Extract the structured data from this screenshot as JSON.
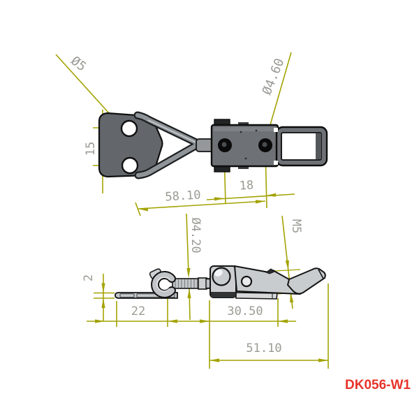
{
  "drawing": {
    "part_number": "DK056-W1",
    "dimensions": {
      "plate_hole_dia": {
        "label": "Ø5"
      },
      "body_hole_dia": {
        "label": "Ø4.60"
      },
      "plate_hole_spacing": {
        "label": "15"
      },
      "overall_hole_distance": {
        "label": "58.10"
      },
      "body_hole_spacing": {
        "label": "18"
      },
      "rod_dia": {
        "label": "Ø4.20"
      },
      "thread_spec": {
        "label": "M5"
      },
      "plate_thickness": {
        "label": "2"
      },
      "plate_length": {
        "label": "22"
      },
      "pivot_to_bend": {
        "label": "30.50"
      },
      "lever_length": {
        "label": "51.10"
      }
    },
    "colors": {
      "dimension_line": "#a3a303",
      "dimension_text": "#9b9b95",
      "part_dark_fill": "#6e7276",
      "part_light_fill": "#c9ccce",
      "outline": "#141414",
      "part_number_text": "#e8332a",
      "background": "#ffffff"
    }
  }
}
